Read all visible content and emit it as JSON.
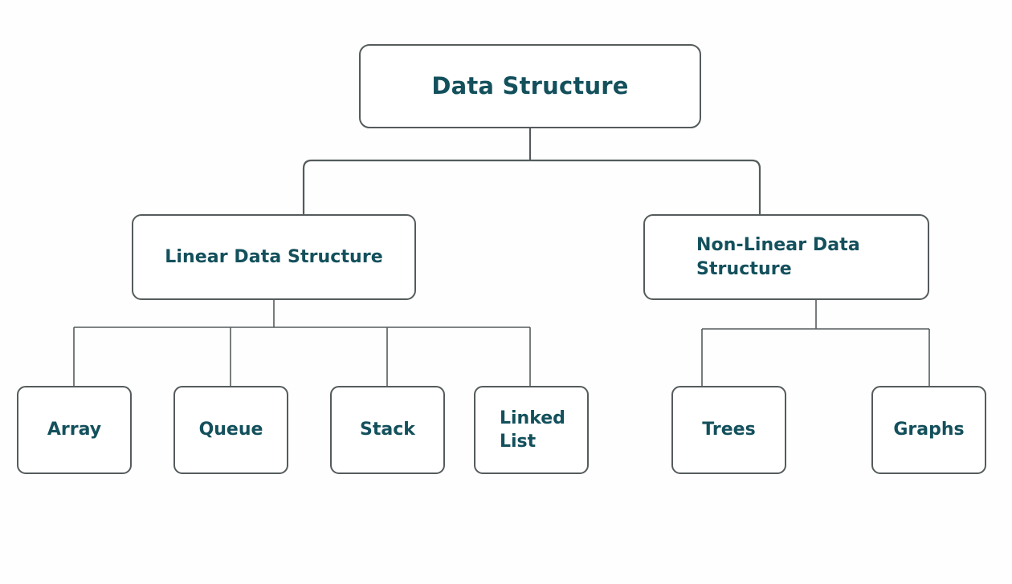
{
  "diagram": {
    "type": "hierarchy-tree",
    "title": "Data Structure classification tree",
    "background_color": "#fefefe",
    "node_border_color": "#555b5c",
    "node_fill_color": "#ffffff",
    "text_color": "#13505c",
    "connector_color": "#555b5c"
  },
  "nodes": {
    "root": {
      "label": "Data Structure"
    },
    "branches": [
      {
        "label": "Linear Data Structure"
      },
      {
        "label": "Non-Linear Data\nStructure"
      }
    ],
    "leaves_linear": [
      {
        "label": "Array"
      },
      {
        "label": "Queue"
      },
      {
        "label": "Stack"
      },
      {
        "label": "Linked\nList"
      }
    ],
    "leaves_nonlinear": [
      {
        "label": "Trees"
      },
      {
        "label": "Graphs"
      }
    ]
  }
}
